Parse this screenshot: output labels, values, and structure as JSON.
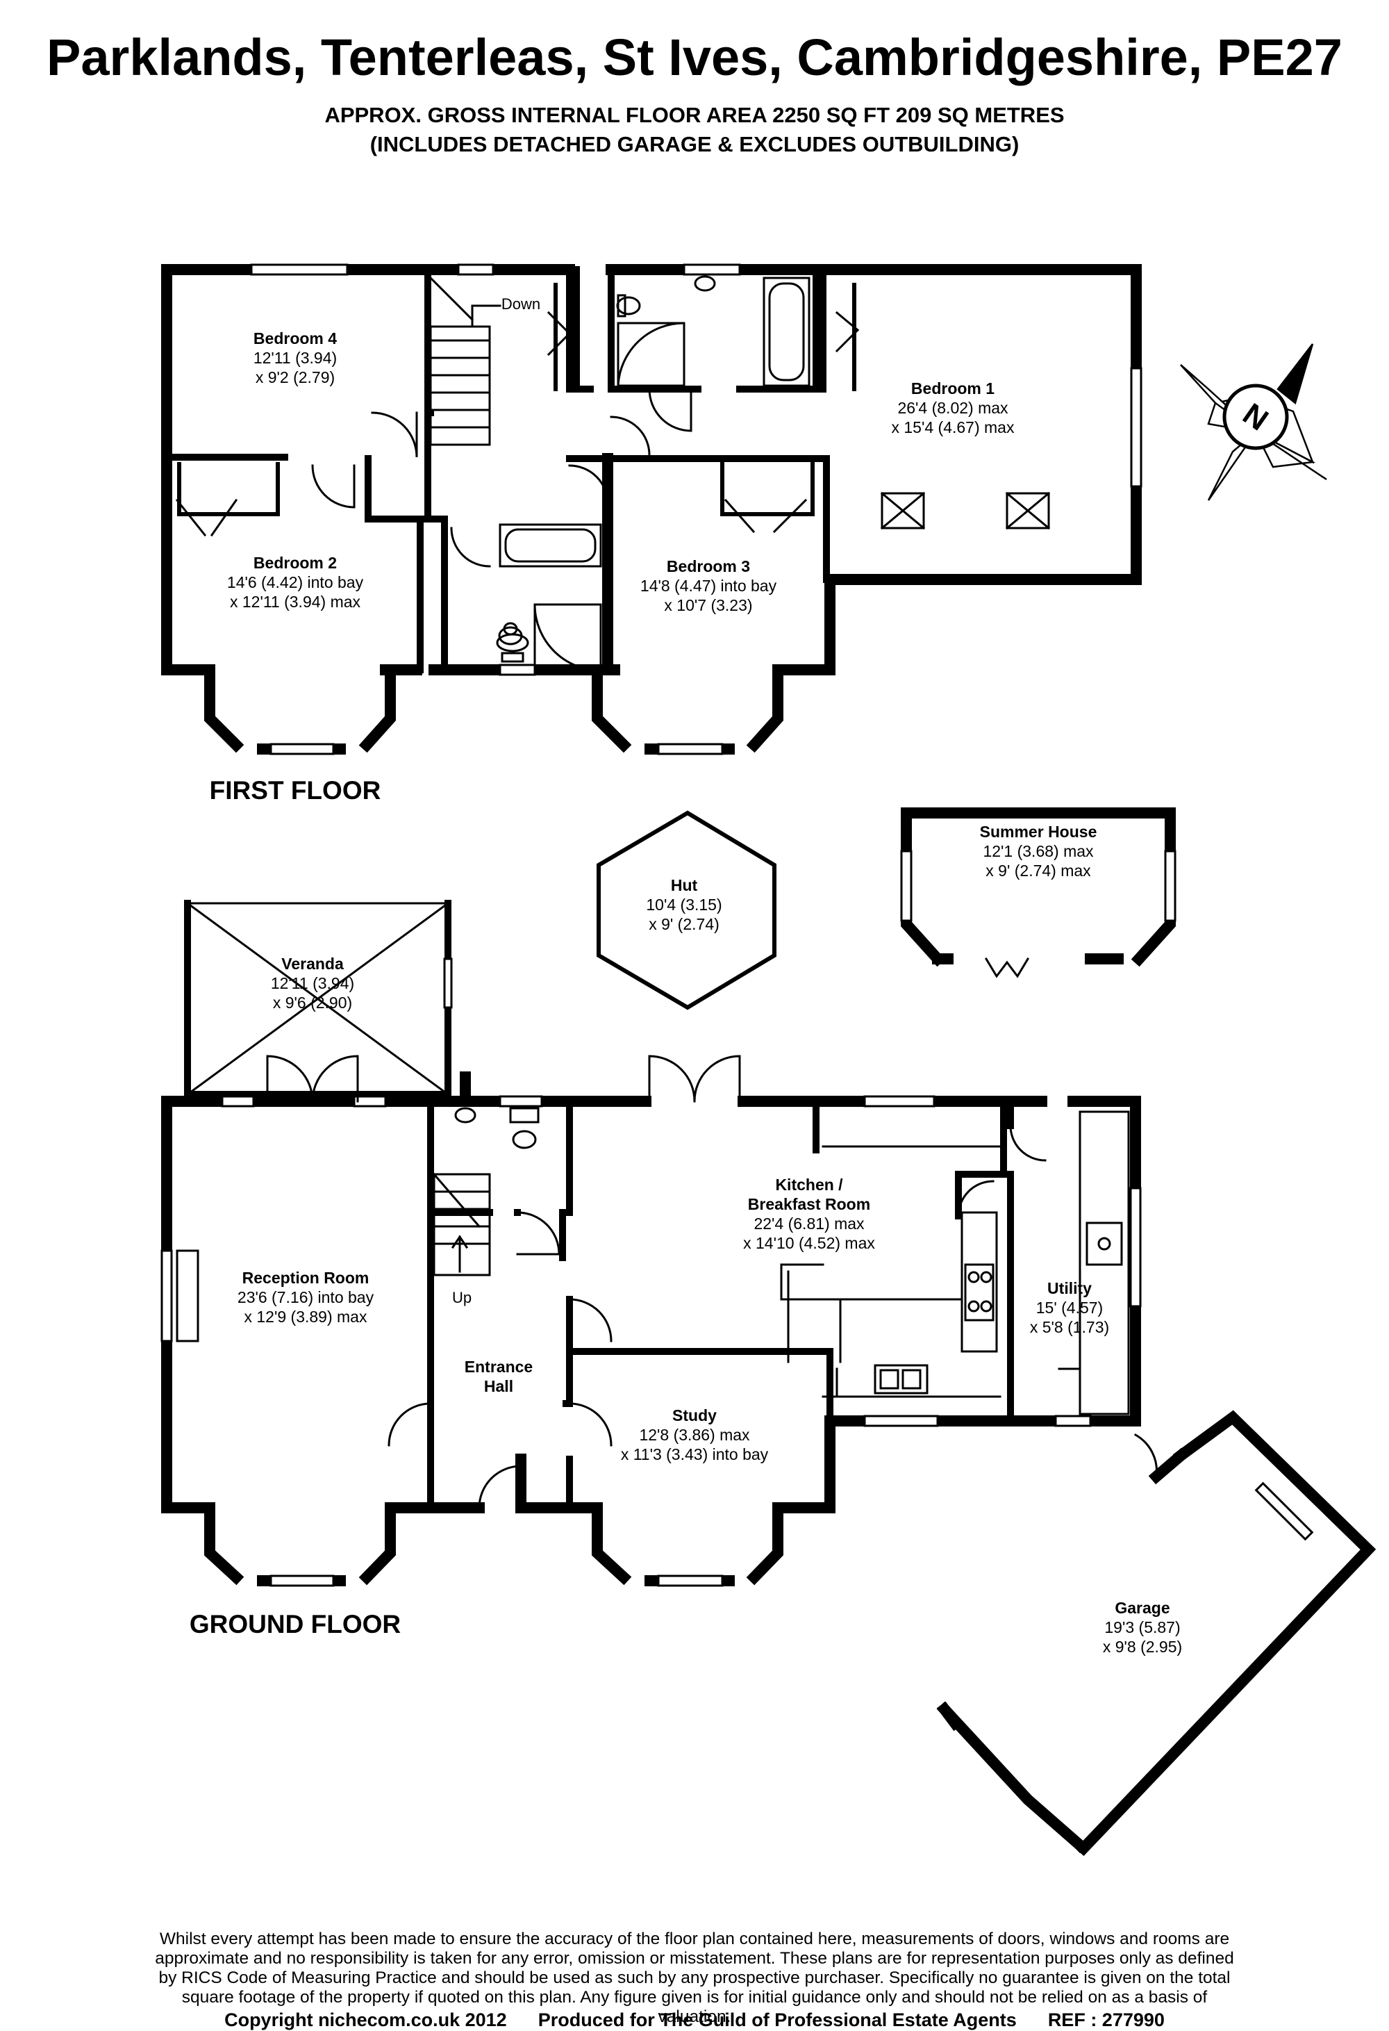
{
  "title": "Parklands, Tenterleas, St Ives, Cambridgeshire, PE27",
  "subtitle_line1": "APPROX. GROSS INTERNAL FLOOR AREA 2250 SQ FT 209 SQ METRES",
  "subtitle_line2": "(INCLUDES DETACHED GARAGE & EXCLUDES OUTBUILDING)",
  "floors": {
    "first": "FIRST FLOOR",
    "ground": "GROUND FLOOR"
  },
  "rooms": {
    "bedroom4": {
      "name": "Bedroom 4",
      "dim1": "12'11 (3.94)",
      "dim2": "x 9'2 (2.79)"
    },
    "bedroom1": {
      "name": "Bedroom 1",
      "dim1": "26'4 (8.02) max",
      "dim2": "x 15'4 (4.67) max"
    },
    "bedroom2": {
      "name": "Bedroom 2",
      "dim1": "14'6 (4.42) into bay",
      "dim2": "x 12'11 (3.94) max"
    },
    "bedroom3": {
      "name": "Bedroom 3",
      "dim1": "14'8 (4.47) into bay",
      "dim2": "x 10'7 (3.23)"
    },
    "hut": {
      "name": "Hut",
      "dim1": "10'4 (3.15)",
      "dim2": "x 9' (2.74)"
    },
    "summer_house": {
      "name": "Summer House",
      "dim1": "12'1 (3.68) max",
      "dim2": "x 9' (2.74) max"
    },
    "veranda": {
      "name": "Veranda",
      "dim1": "12'11 (3.94)",
      "dim2": "x 9'6 (2.90)"
    },
    "reception": {
      "name": "Reception Room",
      "dim1": "23'6 (7.16) into bay",
      "dim2": "x 12'9 (3.89) max"
    },
    "kitchen": {
      "name1": "Kitchen /",
      "name2": "Breakfast Room",
      "dim1": "22'4 (6.81) max",
      "dim2": "x 14'10 (4.52) max"
    },
    "utility": {
      "name": "Utility",
      "dim1": "15' (4.57)",
      "dim2": "x 5'8 (1.73)"
    },
    "entrance": {
      "name1": "Entrance",
      "name2": "Hall"
    },
    "study": {
      "name": "Study",
      "dim1": "12'8 (3.86) max",
      "dim2": "x 11'3 (3.43) into bay"
    },
    "garage": {
      "name": "Garage",
      "dim1": "19'3 (5.87)",
      "dim2": "x 9'8 (2.95)"
    }
  },
  "stairs": {
    "down": "Down",
    "up": "Up"
  },
  "compass": {
    "letter": "N"
  },
  "disclaimer": "Whilst every attempt has been made to ensure the accuracy of the floor plan contained here, measurements of doors, windows and rooms are approximate and no responsibility is taken for any error, omission or misstatement. These plans are for representation purposes only as defined by RICS Code of Measuring Practice and should be used as such by any prospective purchaser. Specifically no guarantee is given on the total square footage of the property if quoted on this plan. Any figure given is for initial guidance only and should not be relied on as a basis of valuation.",
  "footer": {
    "copyright": "Copyright nichecom.co.uk 2012",
    "produced": "Produced for The Guild of Professional Estate Agents",
    "ref": "REF : 277990"
  }
}
